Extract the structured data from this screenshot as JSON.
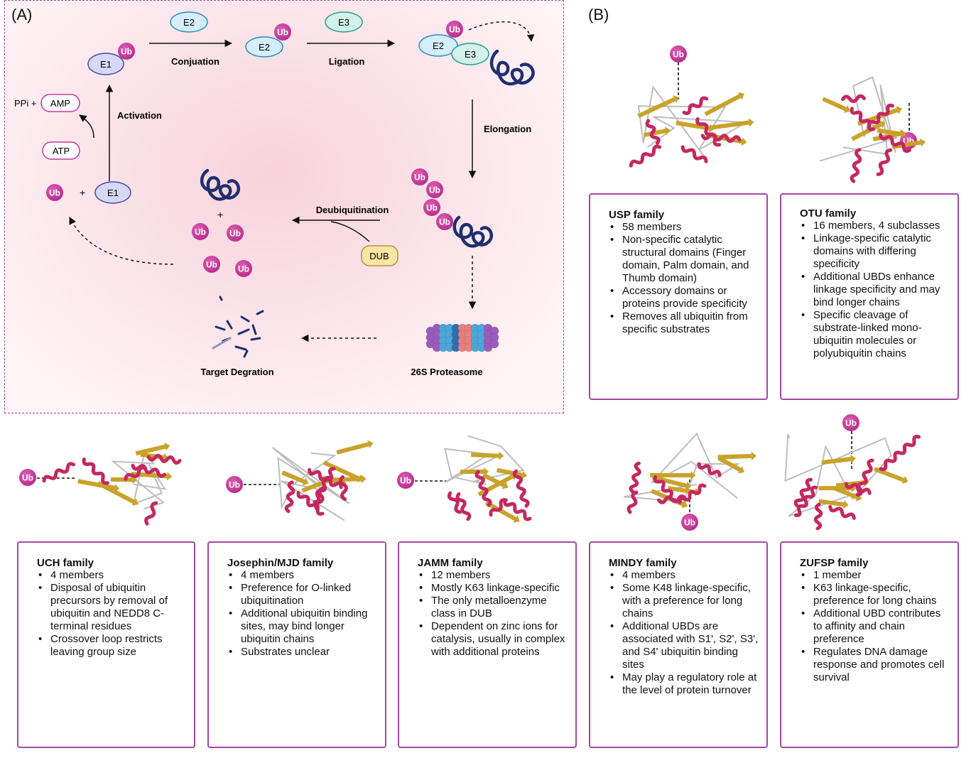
{
  "panel_a": {
    "label": "(A)",
    "nodes": {
      "e1_top": "E1",
      "e1_bottom": "E1",
      "e2_top": "E2",
      "e2_mid": "E2",
      "e2_complex": "E2",
      "e3_top": "E3",
      "e3_complex": "E3",
      "ub": "Ub",
      "atp": "ATP",
      "amp": "AMP",
      "ppi": "PPi +",
      "dub": "DUB",
      "plus": "+"
    },
    "steps": {
      "activation": "Activation",
      "conjugation": "Conjuation",
      "ligation": "Ligation",
      "elongation": "Elongation",
      "deubiquitination": "Deubiquitination",
      "proteasome": "26S Proteasome",
      "degradation": "Target Degration"
    }
  },
  "panel_b": {
    "label": "(B)",
    "families": [
      {
        "title": "USP family",
        "items": [
          "58 members",
          "Non-specific catalytic structural domains (Finger domain, Palm domain, and Thumb domain)",
          "Accessory domains or proteins provide specificity",
          "Removes all ubiquitin from specific substrates"
        ]
      },
      {
        "title": "OTU family",
        "items": [
          "16 members, 4 subclasses",
          "Linkage-specific catalytic domains with differing specificity",
          "Additional UBDs enhance linkage specificity and may bind longer chains",
          "Specific cleavage of substrate-linked mono-ubiquitin molecules or polyubiquitin chains"
        ]
      },
      {
        "title": "UCH family",
        "items": [
          "4 members",
          "Disposal of ubiquitin precursors by removal of ubiquitin and NEDD8 C-terminal residues",
          "Crossover loop restricts leaving group size"
        ]
      },
      {
        "title": "Josephin/MJD family",
        "items": [
          "4 members",
          "Preference for O-linked ubiquitination",
          "Additional ubiquitin binding sites, may bind longer ubiquitin chains",
          "Substrates unclear"
        ]
      },
      {
        "title": "JAMM family",
        "items": [
          "12 members",
          "Mostly K63 linkage-specific",
          "The only metalloenzyme class in DUB",
          "Dependent on zinc ions for catalysis, usually in complex with additional proteins"
        ]
      },
      {
        "title": "MINDY family",
        "items": [
          "4 members",
          "Some K48 linkage-specific, with a preference for long chains",
          "Additional UBDs are associated with S1', S2', S3', and S4' ubiquitin binding sites",
          "May play a regulatory role at the level of protein turnover"
        ]
      },
      {
        "title": "ZUFSP family",
        "items": [
          "1 member",
          "K63 linkage-specific, preference for long chains",
          "Additional UBD contributes to affinity and chain preference",
          "Regulates DNA damage response and promotes cell survival"
        ]
      }
    ]
  },
  "colors": {
    "ub": "#c8379a",
    "helix": "#c4285f",
    "sheet": "#c9a22a",
    "box_border": "#a04a9f",
    "substrate": "#1d2f6f"
  }
}
